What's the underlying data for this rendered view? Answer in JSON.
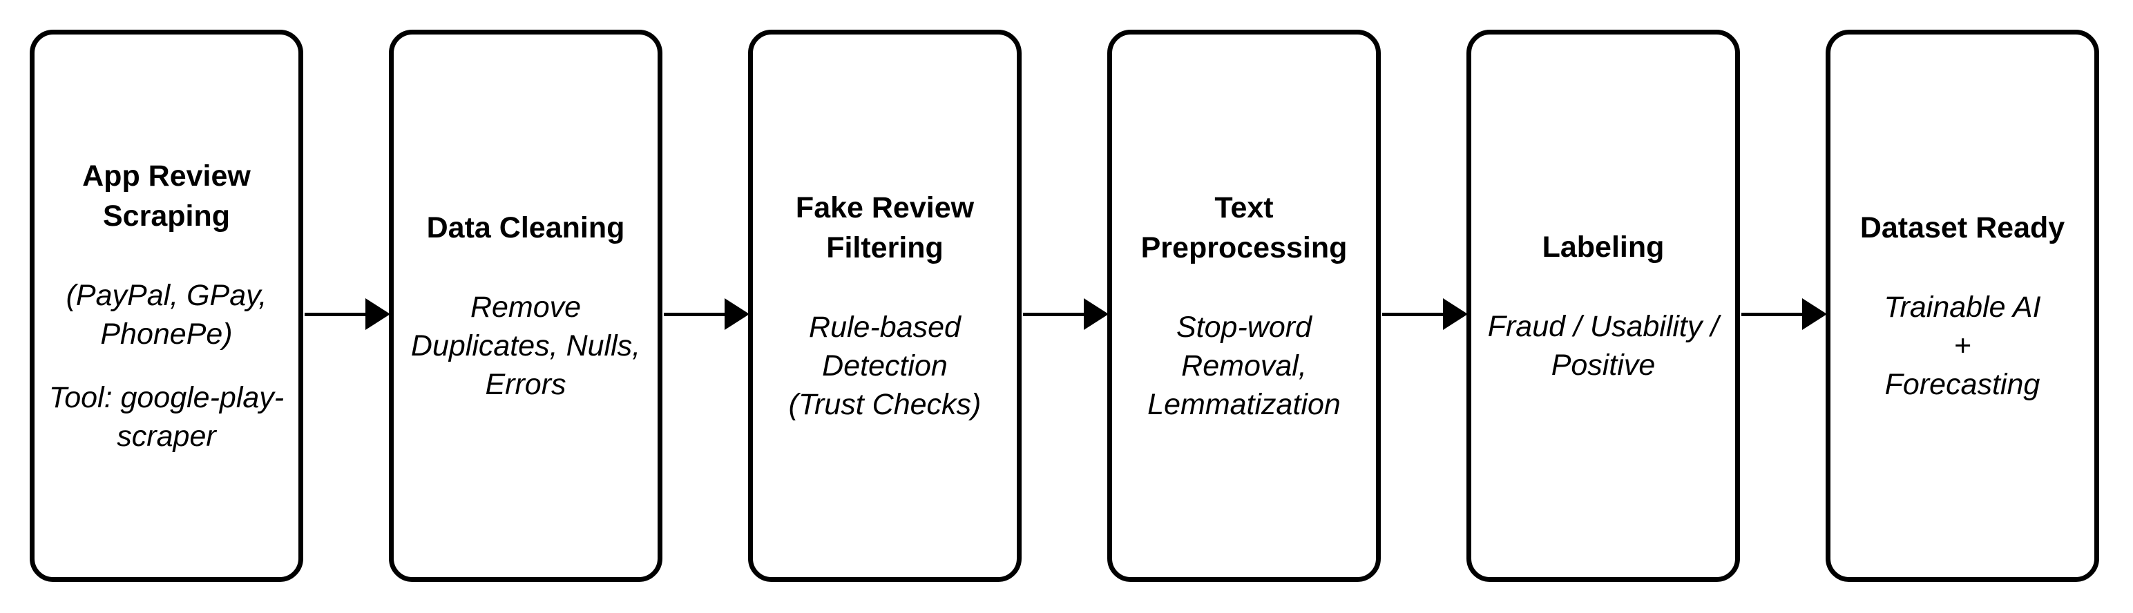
{
  "pipeline": {
    "steps": [
      {
        "title_lines": [
          "App Review",
          "Scraping"
        ],
        "desc_lines": [
          "(PayPal, GPay,",
          "PhonePe)"
        ],
        "tool_lines": [
          "Tool: google-play-",
          "scraper"
        ]
      },
      {
        "title_lines": [
          "Data Cleaning"
        ],
        "desc_lines": [
          "Remove",
          "Duplicates, Nulls,",
          "Errors"
        ]
      },
      {
        "title_lines": [
          "Fake Review",
          "Filtering"
        ],
        "desc_lines": [
          "Rule-based",
          "Detection",
          "(Trust Checks)"
        ]
      },
      {
        "title_lines": [
          "Text",
          "Preprocessing"
        ],
        "desc_lines": [
          "Stop-word",
          "Removal,",
          "Lemmatization"
        ]
      },
      {
        "title_lines": [
          "Labeling"
        ],
        "desc_lines": [
          "Fraud / Usability /",
          "Positive"
        ]
      },
      {
        "title_lines": [
          "Dataset Ready"
        ],
        "desc_lines": [
          "Trainable AI",
          "+",
          "Forecasting"
        ]
      }
    ]
  }
}
